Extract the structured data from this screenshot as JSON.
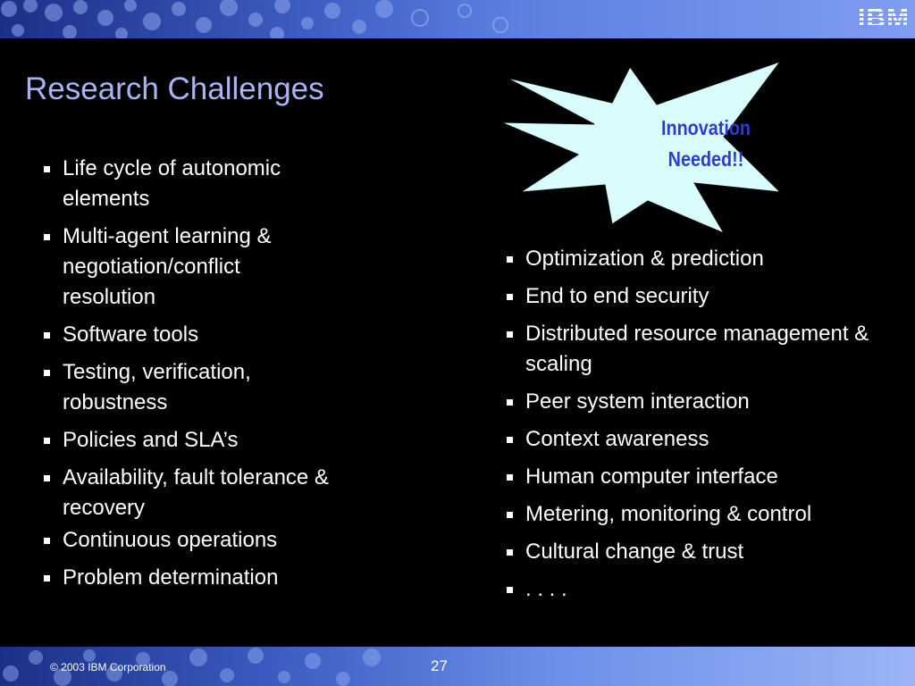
{
  "header": {
    "logo": "IBM"
  },
  "slide": {
    "title": "Research Challenges",
    "callout": {
      "line1": "Innovation",
      "line2": "Needed!!",
      "fill": "#d9fdfd",
      "text_color": "#2f3bd0"
    },
    "left_bullets": [
      "Life cycle of autonomic elements",
      "Multi-agent learning & negotiation/conflict resolution",
      "Software tools",
      "Testing, verification, robustness",
      "Policies and SLA’s",
      "Availability, fault tolerance & recovery",
      "Continuous operations",
      "Problem determination"
    ],
    "right_bullets": [
      "Optimization & prediction",
      "End to end security",
      "Distributed resource management & scaling",
      "Peer system interaction",
      "Context awareness",
      "Human computer interface",
      "Metering, monitoring & control",
      "Cultural change & trust",
      ". . . ."
    ]
  },
  "footer": {
    "copyright": "© 2003 IBM Corporation",
    "page_number": "27"
  },
  "colors": {
    "background": "#000000",
    "title": "#a9b4f5",
    "band_dark": "#1c2f86",
    "band_light": "#7f9df0"
  }
}
